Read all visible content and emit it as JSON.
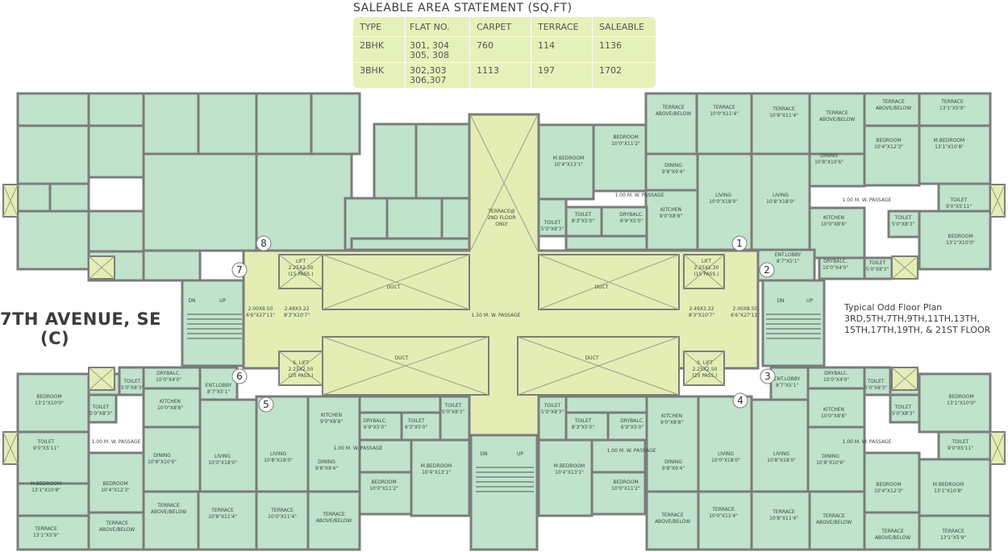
{
  "statement": {
    "title": "SALEABLE AREA STATEMENT (SQ.FT)",
    "headers": [
      "TYPE",
      "FLAT NO.",
      "CARPET",
      "TERRACE",
      "SALEABLE"
    ],
    "rows": [
      {
        "type": "2BHK",
        "flat_line1": "301, 304",
        "flat_line2": "305, 308",
        "carpet": "760",
        "terrace": "114",
        "saleable": "1136"
      },
      {
        "type": "3BHK",
        "flat_line1": "302,303",
        "flat_line2": "306,307",
        "carpet": "1113",
        "terrace": "197",
        "saleable": "1702"
      }
    ]
  },
  "road": {
    "line1": "7TH AVENUE, SE",
    "line2": "(C)"
  },
  "plan": {
    "line1": "Typical Odd Floor Plan",
    "line2": "3RD,5TH,7TH,9TH,11TH,13TH,",
    "line3": "15TH,17TH,19TH, & 21ST FLOOR"
  },
  "flat_numbers": [
    "1",
    "2",
    "3",
    "4",
    "5",
    "6",
    "7",
    "8"
  ],
  "colors": {
    "room": "#bfe3cb",
    "common": "#e3edb4",
    "wall": "#7c7c7c",
    "table": "#e6f0b9",
    "duct_line": "#9aa08a"
  },
  "rooms": [
    {
      "name": "TERRACE",
      "dim": "ABOVE/BELOW"
    },
    {
      "name": "TERRACE",
      "dim": "10'0\"X11'4\""
    },
    {
      "name": "TERRACE",
      "dim": "10'8\"X11'4\""
    },
    {
      "name": "TERRACE",
      "dim": "13'1\"X5'9\""
    },
    {
      "name": "BEDROOM",
      "dim": "10'0\"X11'2\""
    },
    {
      "name": "BEDROOM",
      "dim": "10'4\"X12'3\""
    },
    {
      "name": "BEDROOM",
      "dim": "13'1\"X10'0\""
    },
    {
      "name": "M.BEDROOM",
      "dim": "10'4\"X13'1\""
    },
    {
      "name": "M.BEDROOM",
      "dim": "13'1\"X10'8\""
    },
    {
      "name": "DINING",
      "dim": "9'8\"X9'4\""
    },
    {
      "name": "DINING",
      "dim": "10'8\"X10'6\""
    },
    {
      "name": "LIVING",
      "dim": "10'0\"X18'0\""
    },
    {
      "name": "LIVING",
      "dim": "10'8\"X18'0\""
    },
    {
      "name": "KITCHEN",
      "dim": "9'0\"X8'8\""
    },
    {
      "name": "KITCHEN",
      "dim": "10'0\"X8'8\""
    },
    {
      "name": "TOILET",
      "dim": "8'3\"X5'0\""
    },
    {
      "name": "TOILET",
      "dim": "5'0\"X8'3\""
    },
    {
      "name": "TOILET",
      "dim": "9'0\"X5'11\""
    },
    {
      "name": "DRYBALC.",
      "dim": "6'9\"X5'0\""
    },
    {
      "name": "DRYBALC.",
      "dim": "10'0\"X4'0\""
    },
    {
      "name": "ENT.LOBBY",
      "dim": "8'7\"X5'1\""
    },
    {
      "name": "1.00 M. W. PASSAGE",
      "dim": ""
    },
    {
      "name": "1.50 M. W. PASSAGE",
      "dim": ""
    },
    {
      "name": "DUCT",
      "dim": ""
    },
    {
      "name": "LIFT",
      "dim": "2.25X2.30",
      "note": "(15 PASS.)"
    },
    {
      "name": "S. LIFT",
      "dim": "2.25X2.50",
      "note": "(20 PASS.)"
    },
    {
      "name": "2.49X3.22",
      "dim": "8'3\"X10'7\""
    },
    {
      "name": "2.00X8.50",
      "dim": "6'6\"X27'11\""
    },
    {
      "name": "TERRACE@",
      "dim": "2ND FLOOR",
      "note": "ONLY"
    },
    {
      "name": "DN",
      "dim": ""
    },
    {
      "name": "UP",
      "dim": ""
    }
  ]
}
